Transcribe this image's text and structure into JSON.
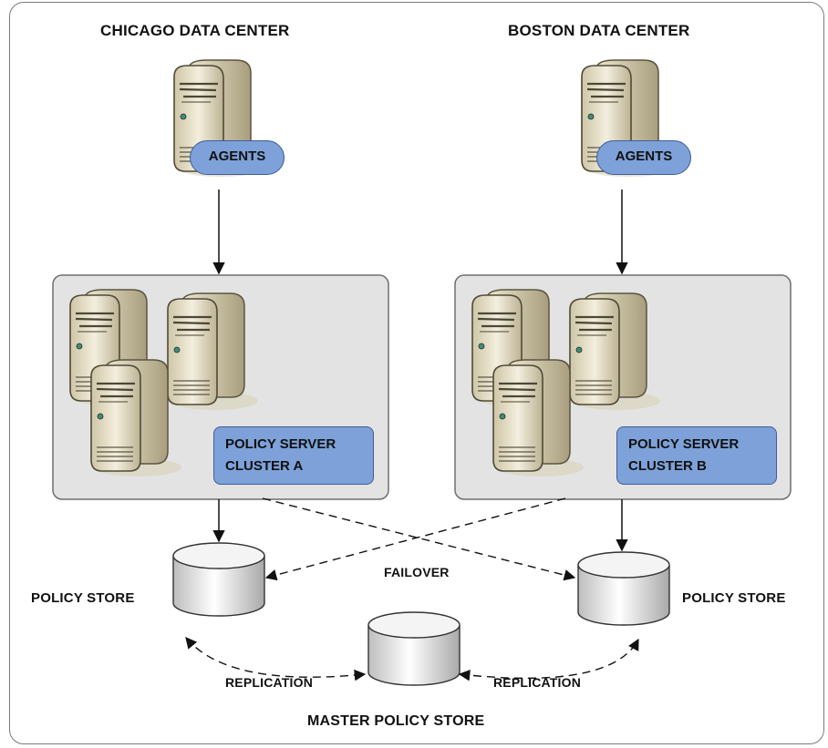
{
  "datacenters": {
    "left": {
      "title": "CHICAGO DATA CENTER",
      "agents_label": "AGENTS",
      "cluster_label_1": "POLICY SERVER",
      "cluster_label_2": "CLUSTER A",
      "store_label": "POLICY STORE"
    },
    "right": {
      "title": "BOSTON DATA CENTER",
      "agents_label": "AGENTS",
      "cluster_label_1": "POLICY SERVER",
      "cluster_label_2": "CLUSTER B",
      "store_label": "POLICY STORE"
    }
  },
  "links": {
    "failover_label": "FAILOVER",
    "replication_left_label": "REPLICATION",
    "replication_right_label": "REPLICATION"
  },
  "master_store": {
    "label": "MASTER POLICY STORE"
  },
  "colors": {
    "tag_fill": "#7da1d8",
    "cluster_fill": "#e3e3e3",
    "server_body": "#e6dfc6"
  }
}
